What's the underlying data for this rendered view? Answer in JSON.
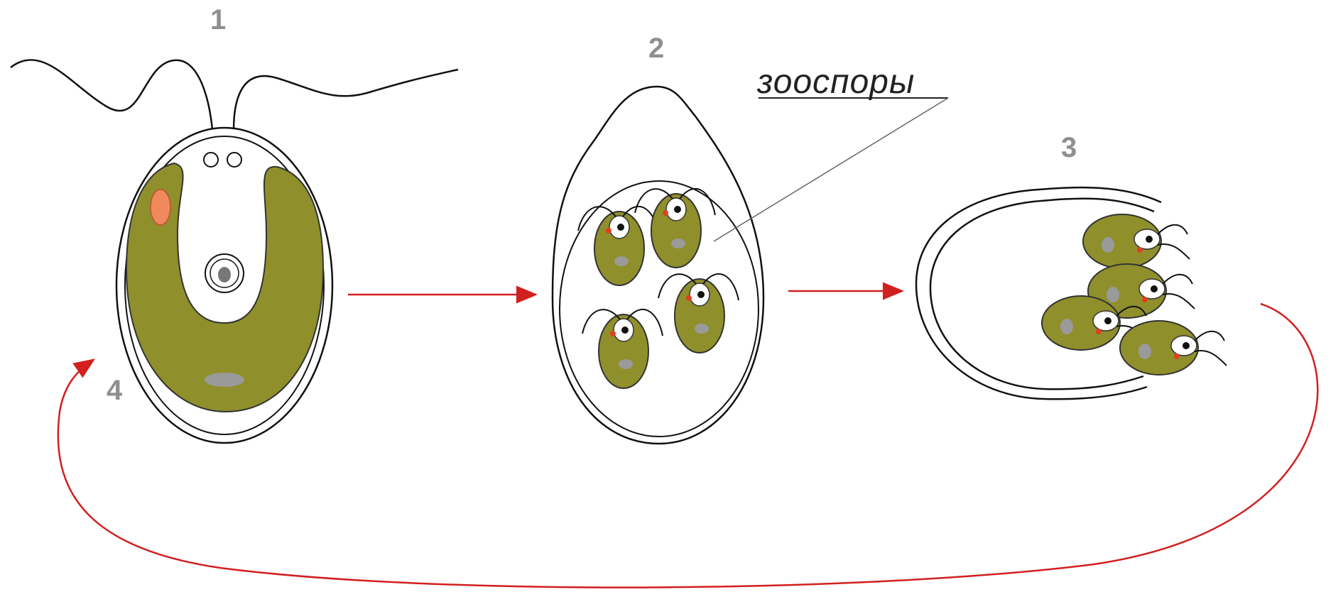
{
  "labels": {
    "stage_1": "1",
    "stage_2": "2",
    "stage_3": "3",
    "stage_4": "4",
    "zoospores": "зооспоры"
  },
  "colors": {
    "chloroplast": "#8f8f2c",
    "arrow": "#d21f1f",
    "stigma": "#f08a5d",
    "outline": "#111111",
    "pyrenoid": "#9a9a9a"
  }
}
